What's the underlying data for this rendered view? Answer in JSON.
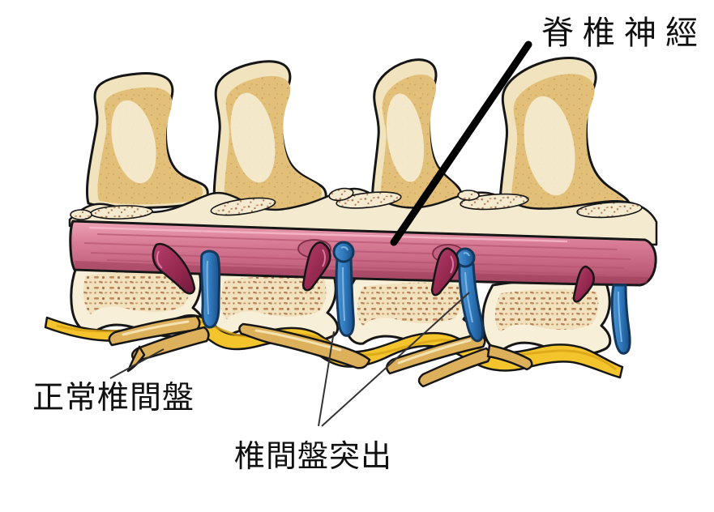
{
  "labels": {
    "spinal_nerve": "脊椎神經",
    "normal_disc": "正常椎間盤",
    "herniated_disc": "椎間盤突出"
  },
  "colors": {
    "background": "#ffffff",
    "text": "#111111",
    "outline": "#161616",
    "bone_tan": "#e3c079",
    "bone_cream": "#f1e3bd",
    "vertebra_fill": "#f8efd8",
    "speckle_brown": "#a8764e",
    "cord_pink_light": "#eda2b5",
    "cord_pink": "#d87b95",
    "cord_pink_dark": "#aa4a66",
    "disc_maroon": "#a02c56",
    "disc_maroon_dark": "#6f1a3d",
    "nerve_blue": "#2f79bd",
    "nerve_blue_dark": "#12385e",
    "ligament_yellow": "#f4c42d",
    "nerve_gold": "#ddb05c",
    "pointer_black": "#000000",
    "leader_gray": "#333333"
  }
}
